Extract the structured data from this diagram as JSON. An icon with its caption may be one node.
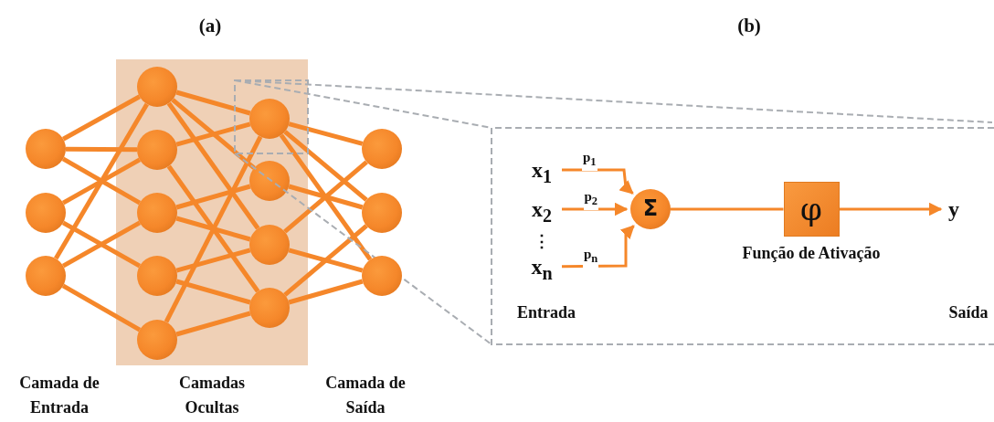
{
  "diagram": {
    "nodes": [
      {
        "text": [],
        "shape": "box"
      },
      {
        "text": [],
        "shape": "circle"
      },
      {
        "text": [],
        "shape": "circle"
      },
      {
        "text": [],
        "shape": "circle"
      },
      {
        "text": [],
        "shape": "circle",
        "in": 0
      },
      {
        "text": [],
        "shape": "circle",
        "in": 0
      },
      {
        "text": [],
        "shape": "circle",
        "in": 0
      },
      {
        "text": [],
        "shape": "circle",
        "in": 0
      },
      {
        "text": [],
        "shape": "circle",
        "in": 0
      },
      {
        "text": [],
        "shape": "circle",
        "in": 0
      },
      {
        "text": [],
        "shape": "circle",
        "in": 0
      },
      {
        "text": [],
        "shape": "circle",
        "in": 0
      },
      {
        "text": [],
        "shape": "circle",
        "in": 0
      },
      {
        "text": [],
        "shape": "circle"
      },
      {
        "text": [],
        "shape": "circle"
      },
      {
        "text": [],
        "shape": "circle"
      },
      {
        "text": [
          "x$_{1}$"
        ]
      },
      {
        "text": [
          "x$_{2}$"
        ]
      },
      {
        "text": [
          "x$_{n}$"
        ]
      },
      {
        "text": [
          "Σ"
        ]
      },
      {
        "text": [
          "φ"
        ],
        "beside": [
          "Função de Ativação"
        ]
      },
      {
        "text": [
          "y"
        ]
      }
    ],
    "edges": [
      {
        "from": 1,
        "to": 4,
        "arrow": "none"
      },
      {
        "from": 1,
        "to": 5,
        "arrow": "none"
      },
      {
        "from": 1,
        "to": 6,
        "arrow": "none"
      },
      {
        "from": 2,
        "to": 5,
        "arrow": "none"
      },
      {
        "from": 2,
        "to": 7,
        "arrow": "none"
      },
      {
        "from": 3,
        "to": 4,
        "arrow": "none"
      },
      {
        "from": 3,
        "to": 6,
        "arrow": "none"
      },
      {
        "from": 3,
        "to": 8,
        "arrow": "none"
      },
      {
        "from": 4,
        "to": 9,
        "arrow": "none"
      },
      {
        "from": 4,
        "to": 10,
        "arrow": "none"
      },
      {
        "from": 4,
        "to": 11,
        "arrow": "none"
      },
      {
        "from": 5,
        "to": 9,
        "arrow": "none"
      },
      {
        "from": 5,
        "to": 12,
        "arrow": "none"
      },
      {
        "from": 6,
        "to": 10,
        "arrow": "none"
      },
      {
        "from": 6,
        "to": 11,
        "arrow": "none"
      },
      {
        "from": 7,
        "to": 11,
        "arrow": "none"
      },
      {
        "from": 7,
        "to": 12,
        "arrow": "none"
      },
      {
        "from": 8,
        "to": 9,
        "arrow": "none"
      },
      {
        "from": 8,
        "to": 12,
        "arrow": "none"
      },
      {
        "from": 9,
        "to": 13,
        "arrow": "none"
      },
      {
        "from": 9,
        "to": 14,
        "arrow": "none"
      },
      {
        "from": 9,
        "to": 15,
        "arrow": "none"
      },
      {
        "from": 10,
        "to": 14,
        "arrow": "none"
      },
      {
        "from": 11,
        "to": 13,
        "arrow": "none"
      },
      {
        "from": 11,
        "to": 15,
        "arrow": "none"
      },
      {
        "from": 12,
        "to": 14,
        "arrow": "none"
      },
      {
        "from": 12,
        "to": 15,
        "arrow": "none"
      },
      {
        "from": 16,
        "to": 19,
        "arrow": "to",
        "label": "p$_{1}$"
      },
      {
        "from": 17,
        "to": 19,
        "arrow": "to",
        "label": "p$_{2}$"
      },
      {
        "from": 18,
        "to": 19,
        "arrow": "to",
        "label": "p$_{n}$"
      },
      {
        "from": 19,
        "to": 20,
        "arrow": "none"
      },
      {
        "from": 20,
        "to": 21,
        "arrow": "to"
      }
    ],
    "labels": [
      "(a)",
      "(b)",
      "⋮",
      "Entrada",
      "Saída",
      "Camada de Entrada",
      "Camadas Ocultas",
      "Camada de Saída"
    ]
  }
}
